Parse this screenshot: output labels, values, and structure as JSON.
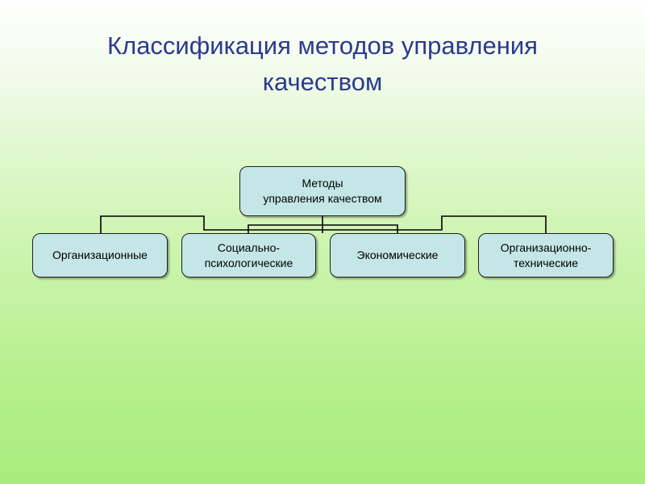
{
  "slide": {
    "title_line1": "Классификация методов управления",
    "title_line2": "качеством"
  },
  "diagram": {
    "root": "Методы\nуправления качеством",
    "children": [
      "Организационные",
      "Социально-\nпсихологические",
      "Экономические",
      "Организационно-\nтехнические"
    ]
  },
  "colors": {
    "title": "#2b3a8e",
    "node_fill": "#c5e6e6",
    "connector": "#000000"
  }
}
